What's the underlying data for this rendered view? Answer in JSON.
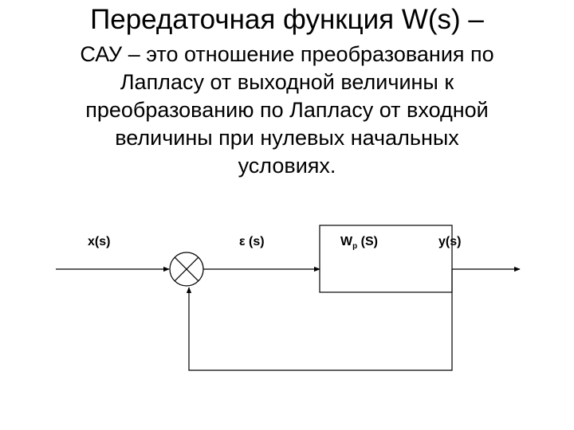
{
  "title": "Передаточная функция W(s) –",
  "definition_lines": [
    "САУ – это отношение преобразования по",
    "Лапласу от выходной величины к",
    "преобразованию по Лапласу от входной",
    "величины при нулевых начальных",
    "условиях."
  ],
  "diagram": {
    "input_label": "x(s)",
    "error_label": "ε (s)",
    "block_label_main": "W",
    "block_label_sub": "p",
    "block_label_arg": " (S)",
    "output_label": "y(s)"
  }
}
